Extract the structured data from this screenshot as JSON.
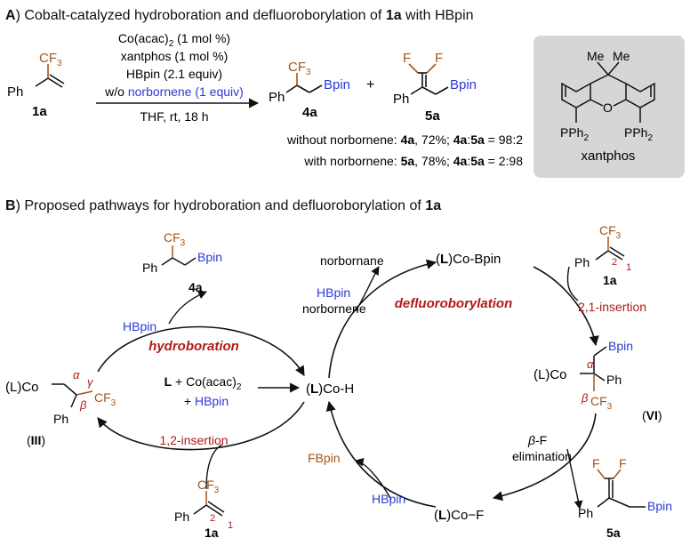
{
  "colors": {
    "black": "#111111",
    "blue": "#2b3ad6",
    "red": "#b31a1a",
    "brown": "#a3541b",
    "panel": "#d6d6d6"
  },
  "partA": {
    "letter": "A",
    "title_pre": ") Cobalt-catalyzed hydroboration and defluoroborylation of ",
    "title_cmp": "1a",
    "title_post": " with HBpin",
    "cond1": "Co(acac)",
    "cond1_sub": "2",
    "cond1_post": " (1 mol %)",
    "cond2": "xantphos (1 mol %)",
    "cond3": "HBpin (2.1 equiv)",
    "cond4_pre": "w/o ",
    "cond4_blue": "norbornene (1 equiv)",
    "cond5": "THF, rt, 18 h",
    "plus": "+",
    "cf3": "CF",
    "cf3_sub": "3",
    "ph": "Ph",
    "bpin": "Bpin",
    "f": "F",
    "lbl_1a": "1a",
    "lbl_4a": "4a",
    "lbl_5a": "5a",
    "res1": {
      "pre": "without norbornene: ",
      "b1": "4a",
      "mid": ", 72%; ",
      "b2": "4a",
      "colon": ":",
      "b3": "5a",
      "post": " = 98:2"
    },
    "res2": {
      "pre": "with norbornene: ",
      "b1": "5a",
      "mid": ", 78%; ",
      "b2": "4a",
      "colon": ":",
      "b3": "5a",
      "post": " = 2:98"
    },
    "xantphos": {
      "me": "Me",
      "o": "O",
      "pph": "PPh",
      "pph_sub": "2",
      "name": "xantphos"
    }
  },
  "partB": {
    "letter": "B",
    "title_pre": ") Proposed pathways for hydroboration and defluoroborylation of ",
    "title_cmp": "1a",
    "hydroboration": "hydroboration",
    "defluoroborylation": "defluoroborylation",
    "coH": {
      "l": "L",
      "rest": "Co-H"
    },
    "coBpin": {
      "l": "L",
      "rest": "Co-Bpin"
    },
    "coF": {
      "l": "L",
      "rest": "Co−F"
    },
    "init_l": "L",
    "init_rest": " + Co(acac)",
    "init_sub": "2",
    "init2_plus": "+ ",
    "init2_hbpin": "HBpin",
    "hbpin": "HBpin",
    "norbornane": "norbornane",
    "norbornene": "norbornene",
    "fbpin": "FBpin",
    "ins21": "2,1-insertion",
    "ins12": "1,2-insertion",
    "beta_sym": "β",
    "alpha_sym": "α",
    "gamma_sym": "γ",
    "elim1": "-F",
    "elim2": "elimination",
    "roman3": "III",
    "roman6": "VI",
    "lco": "(L)Co",
    "num1": "1",
    "num2": "2",
    "lbl_1a": "1a",
    "lbl_4a": "4a",
    "lbl_5a": "5a"
  }
}
